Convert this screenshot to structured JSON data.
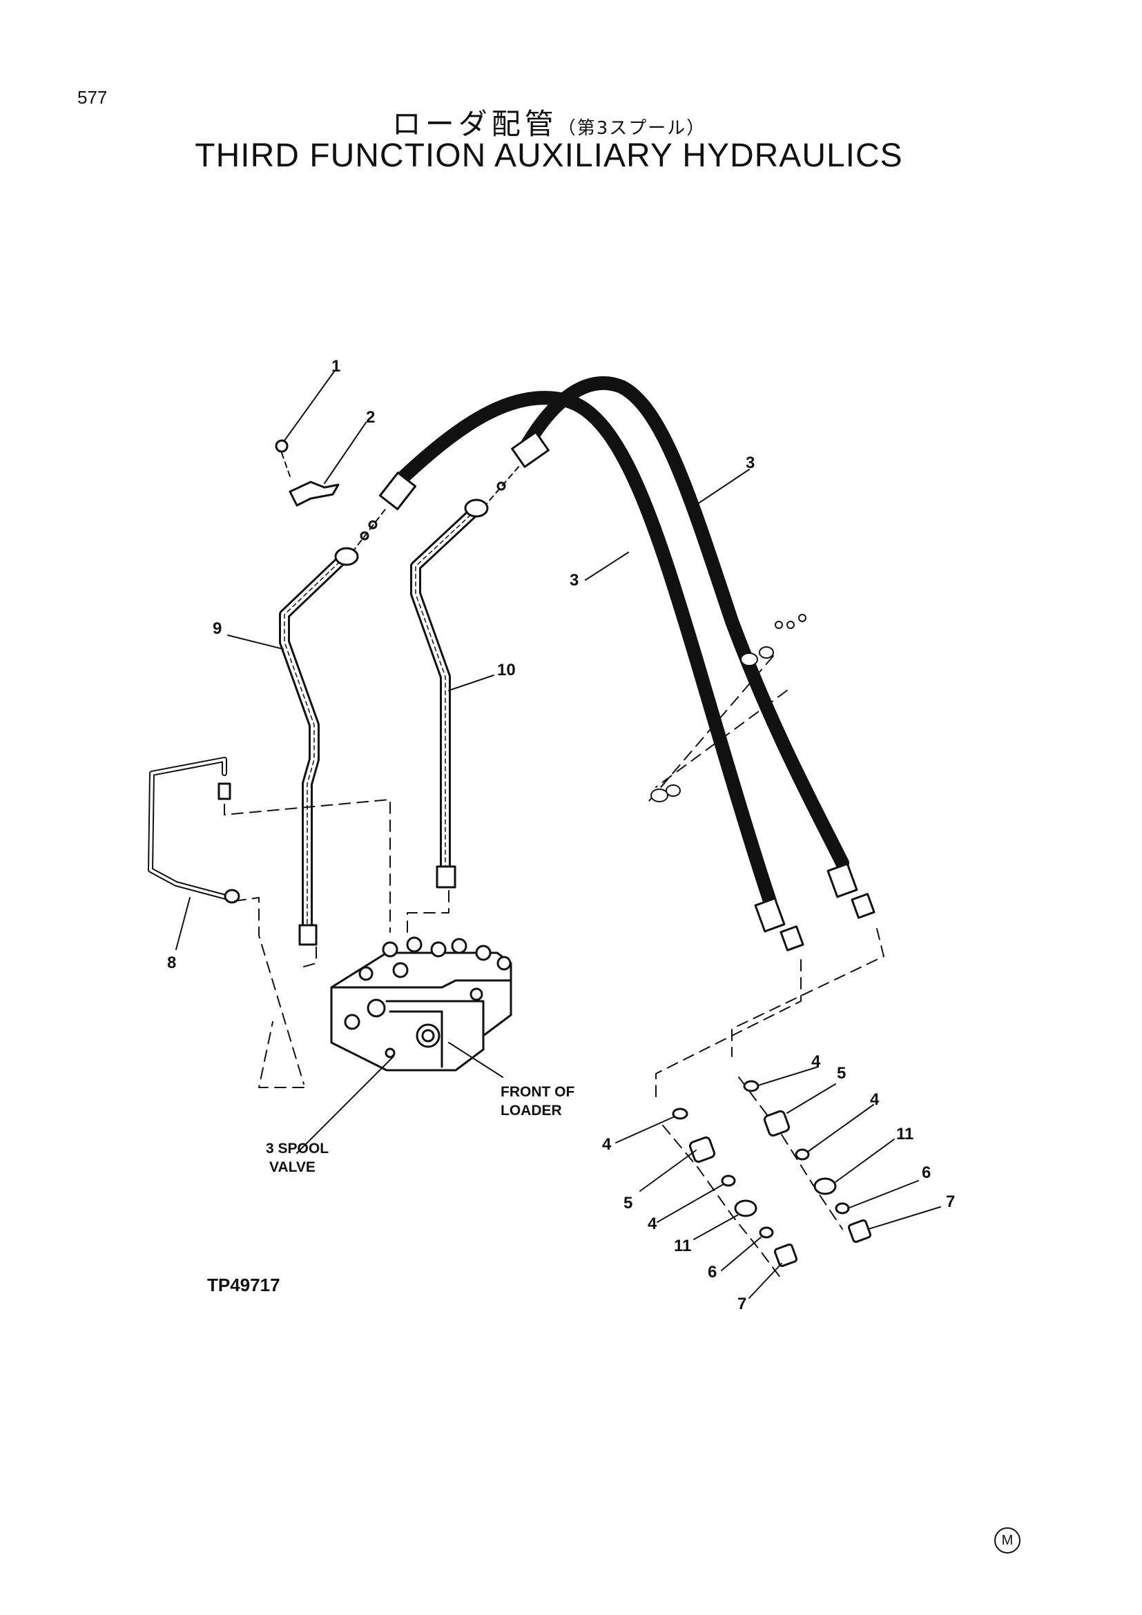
{
  "page_number": "577",
  "title_jp": "ローダ配管",
  "title_jp_sub": "（第3スプール）",
  "title_en": "THIRD FUNCTION AUXILIARY HYDRAULICS",
  "callouts": {
    "c1": "1",
    "c2": "2",
    "c3a": "3",
    "c3b": "3",
    "c4a": "4",
    "c4b": "4",
    "c4c": "4",
    "c4d": "4",
    "c5a": "5",
    "c5b": "5",
    "c6a": "6",
    "c6b": "6",
    "c7a": "7",
    "c7b": "7",
    "c8": "8",
    "c9": "9",
    "c10": "10",
    "c11a": "11",
    "c11b": "11"
  },
  "labels": {
    "front_of_loader_1": "FRONT OF",
    "front_of_loader_2": "LOADER",
    "spool_valve_1": "3 SPOOL",
    "spool_valve_2": "VALVE"
  },
  "figure_ref": "TP49717",
  "corner_mark": "M"
}
